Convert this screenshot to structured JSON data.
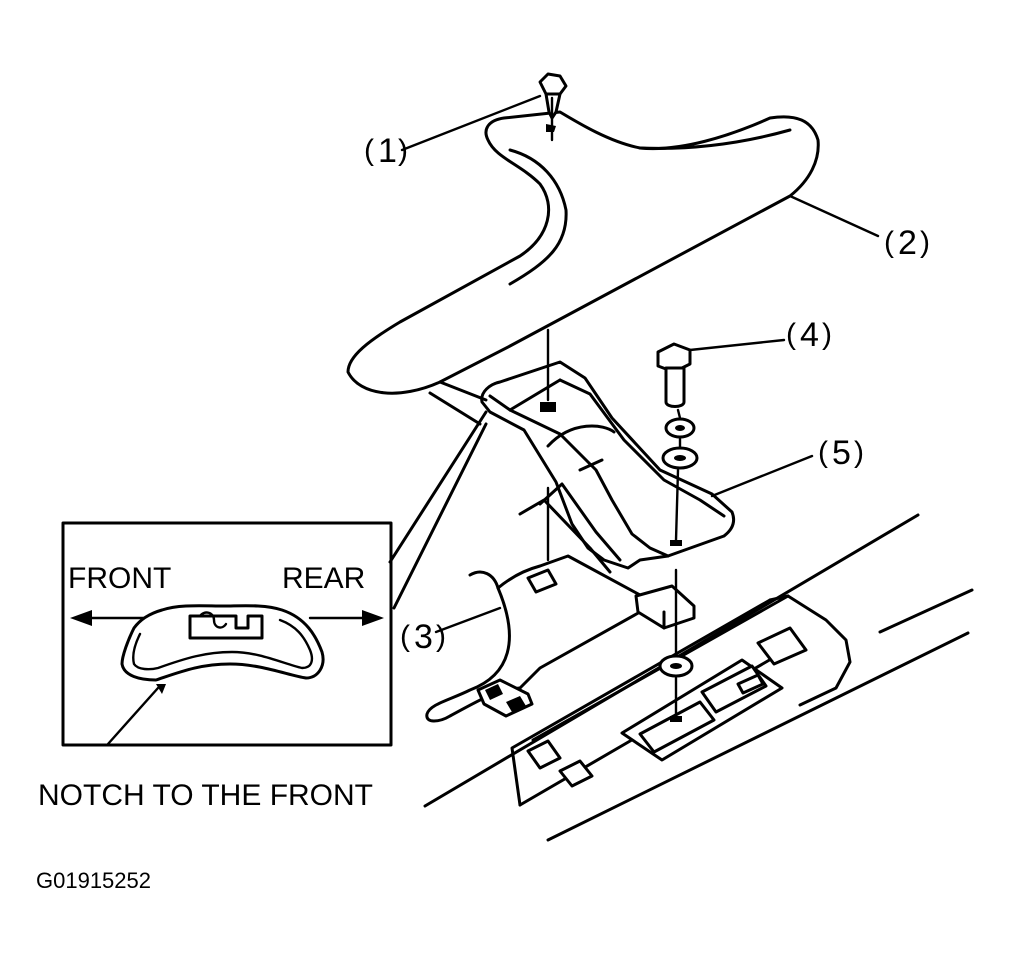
{
  "callouts": [
    "1",
    "2",
    "3",
    "4",
    "5"
  ],
  "inset": {
    "front_label": "FRONT",
    "rear_label": "REAR",
    "note": "NOTCH TO THE FRONT"
  },
  "figure_id": "G01915252"
}
